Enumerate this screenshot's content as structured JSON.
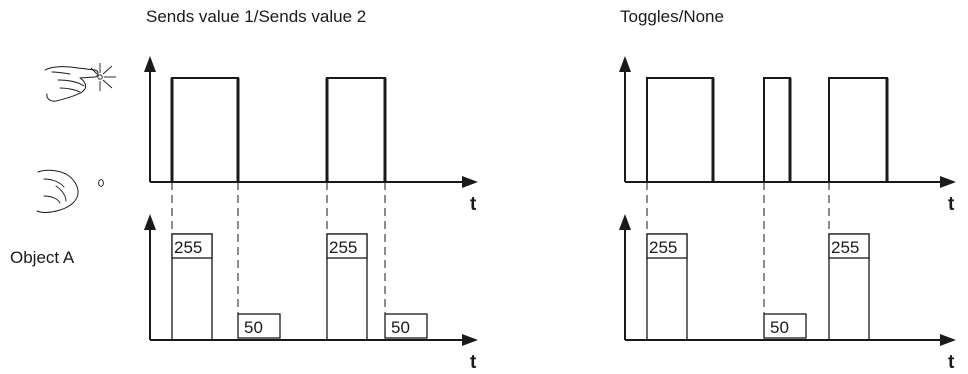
{
  "left_diagram": {
    "title": "Sends value 1/Sends value 2",
    "values": [
      "255",
      "50",
      "255",
      "50"
    ],
    "time_label_top": "t",
    "time_label_bottom": "t"
  },
  "right_diagram": {
    "title": "Toggles/None",
    "values": [
      "255",
      "50",
      "255"
    ],
    "time_label_top": "t",
    "time_label_bottom": "t"
  },
  "object_label": "Object A",
  "icons": {
    "press": "hand-pressing-button-icon",
    "release": "hand-released-icon"
  }
}
